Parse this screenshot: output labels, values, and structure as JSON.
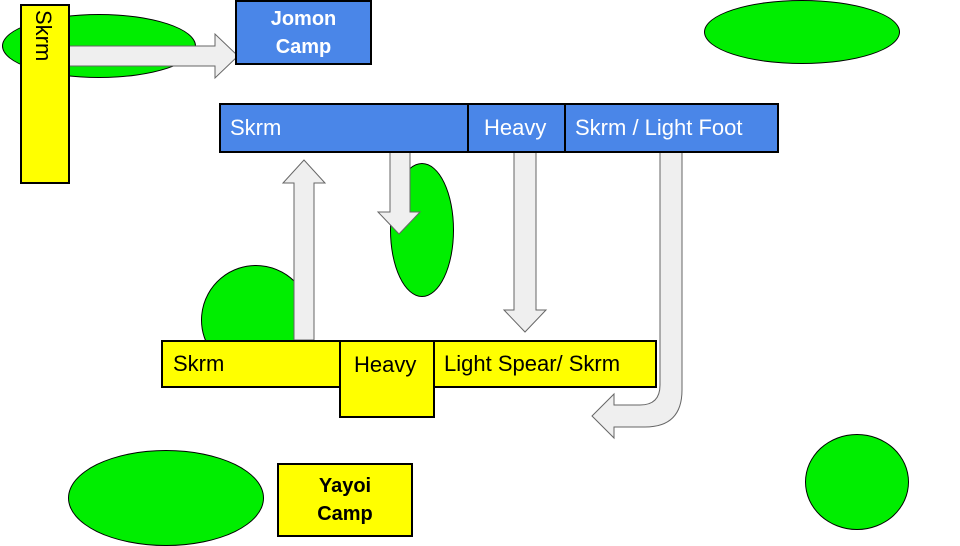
{
  "camps": {
    "jomon": "Jomon\nCamp",
    "yayoi": "Yayoi\nCamp"
  },
  "jomon_units": [
    "Skrm",
    "Heavy",
    "Skrm / Light Foot"
  ],
  "yayoi_units": [
    "Skrm",
    "Heavy",
    "Light Spear/ Skrm"
  ],
  "side_unit": "Skrm",
  "colors": {
    "jomon": "#4a86e8",
    "yayoi": "#ffff00",
    "terrain": "#00ee00",
    "arrow": "#efefef"
  }
}
